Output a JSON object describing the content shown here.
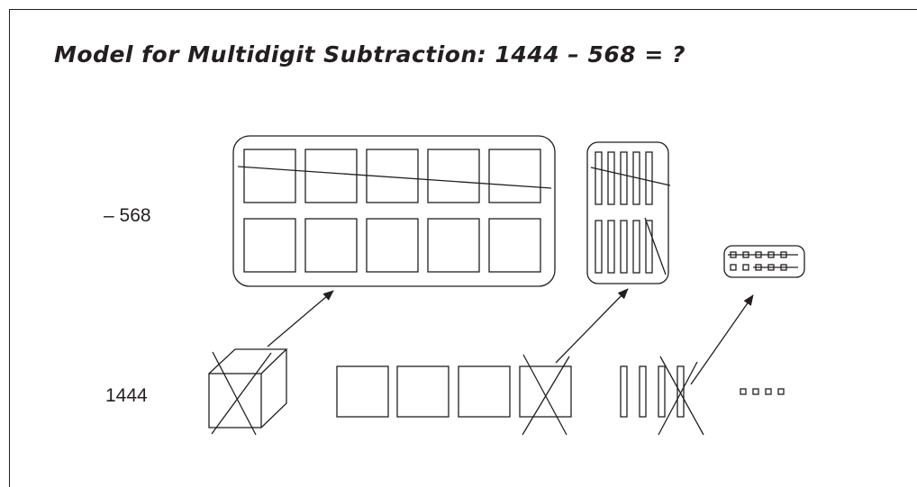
{
  "title": "Model for Multidigit Subtraction: 1444 – 568 = ?",
  "labels": {
    "subtrahend": "– 568",
    "minuend": "1444"
  }
}
